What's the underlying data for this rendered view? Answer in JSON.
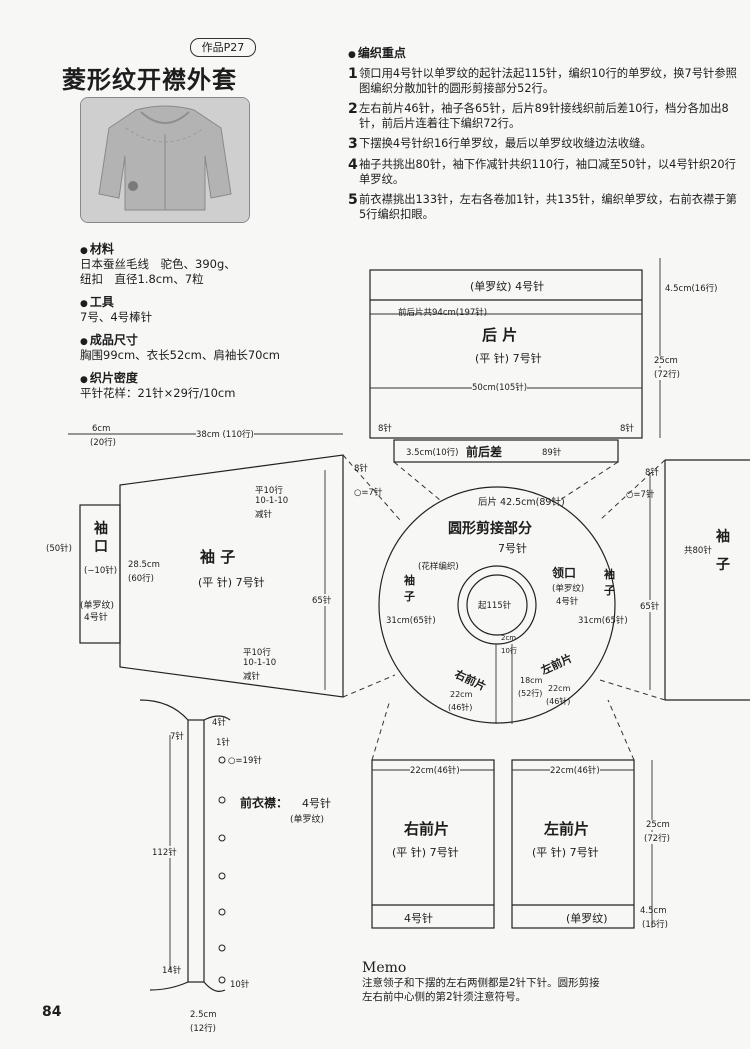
{
  "header": {
    "badge": "作品P27",
    "title": "菱形纹开襟外套"
  },
  "info": {
    "material_h": "材料",
    "material_1": "日本蚕丝毛线　驼色、390g、",
    "material_2": "纽扣　直径1.8cm、7粒",
    "tool_h": "工具",
    "tool_1": "7号、4号棒针",
    "size_h": "成品尺寸",
    "size_1": "胸围99cm、衣长52cm、肩袖长70cm",
    "gauge_h": "织片密度",
    "gauge_1": "平针花样：21针×29行/10cm"
  },
  "knit_points": {
    "heading": "编织重点",
    "steps": [
      {
        "n": "1",
        "text": "领口用4号针以单罗纹的起针法起115针，编织10行的单罗纹，换7号针参照图编织分散加针的圆形剪接部分52行。"
      },
      {
        "n": "2",
        "text": "左右前片46针，袖子各65针，后片89针接线织前后差10行，档分各加出8针，前后片连着往下编织72行。"
      },
      {
        "n": "3",
        "text": "下摆换4号针织16行单罗纹，最后以单罗纹收缝边法收缝。"
      },
      {
        "n": "4",
        "text": "袖子共挑出80针，袖下作减针共织110行，袖口减至50针，以4号针织20行单罗纹。"
      },
      {
        "n": "5",
        "text": "前衣襟挑出133针，左右各卷加1针，共135针，编织单罗纹，右前衣襟于第5行编织扣眼。"
      }
    ]
  },
  "back": {
    "rib": "(单罗纹) 4号针",
    "rib_h": "4.5cm(16行)",
    "total": "前后片共94cm(197针)",
    "name": "后 片",
    "stitch": "(平 针) 7号针",
    "width": "50cm(105针)",
    "height_1": "25cm",
    "height_2": "(72行)",
    "st_l": "8针",
    "st_r": "8针"
  },
  "diff": {
    "label": "前后差",
    "left": "3.5cm(10行)",
    "right": "89针"
  },
  "top_dims": {
    "cuff_1": "6cm",
    "cuff_2": "(20行)",
    "sleeve": "38cm (110行)"
  },
  "sleeve": {
    "cuff_1": "袖",
    "cuff_2": "口",
    "cuff_st": "(50针)",
    "cuff_dec": "(−10针)",
    "cuff_rib_1": "(单罗纹)",
    "cuff_rib_2": "4号针",
    "name": "袖 子",
    "stitch": "(平 针) 7号针",
    "width_1": "28.5cm",
    "width_2": "(60行)",
    "st65": "65针",
    "dec_top_1": "平10行",
    "dec_top_2": "10-1-10",
    "dec_top_3": "减针",
    "dec_bot_1": "平10行",
    "dec_bot_2": "10-1-10",
    "dec_bot_3": "减针",
    "st8": "8针",
    "st7": "○=7针"
  },
  "sleeve_right": {
    "name_1": "袖",
    "name_2": "子",
    "total": "共80针",
    "st65": "65针",
    "st8": "8针",
    "st7": "○=7针"
  },
  "yoke": {
    "name": "圆形剪接部分",
    "stitch": "7号针",
    "back": "后片 42.5cm(89针)",
    "pattern": "(花样编织)",
    "sl_1": "袖",
    "sl_2": "子",
    "sr_1": "袖",
    "sr_2": "子",
    "collar": "领口",
    "collar_rib": "(单罗纹)",
    "collar_nd": "4号针",
    "cast_on": "起115针",
    "w31l": "31cm(65针)",
    "w31r": "31cm(65针)",
    "rf": "右前片",
    "lf": "左前片",
    "rf_w1": "22cm",
    "rf_w2": "(46针)",
    "lf_w1": "22cm",
    "lf_w2": "(46针)",
    "h18": "18cm",
    "h52": "(52行)",
    "c2": "2cm",
    "c10": "10行"
  },
  "front_right": {
    "width": "22cm(46针)",
    "name": "右前片",
    "stitch": "(平 针) 7号针",
    "rib": "4号针"
  },
  "front_left": {
    "width": "22cm(46针)",
    "name": "左前片",
    "stitch": "(平 针) 7号针",
    "rib": "(单罗纹)",
    "h_1": "25cm",
    "h_2": "(72行)",
    "rib_h1": "4.5cm",
    "rib_h2": "(16行)"
  },
  "band": {
    "name": "前衣襟：",
    "needle": "4号针",
    "rib": "(单罗纹)",
    "st4": "4针",
    "st7": "7针",
    "st1": "1针",
    "st19": "○=19针",
    "st112": "112针",
    "st14": "14针",
    "st10": "10针",
    "w_1": "2.5cm",
    "w_2": "(12行)"
  },
  "memo": {
    "title": "Memo",
    "line_1": "注意领子和下摆的左右两侧都是2针下针。圆形剪接",
    "line_2": "左右前中心侧的第2针须注意符号。"
  },
  "page": {
    "number": "84"
  }
}
